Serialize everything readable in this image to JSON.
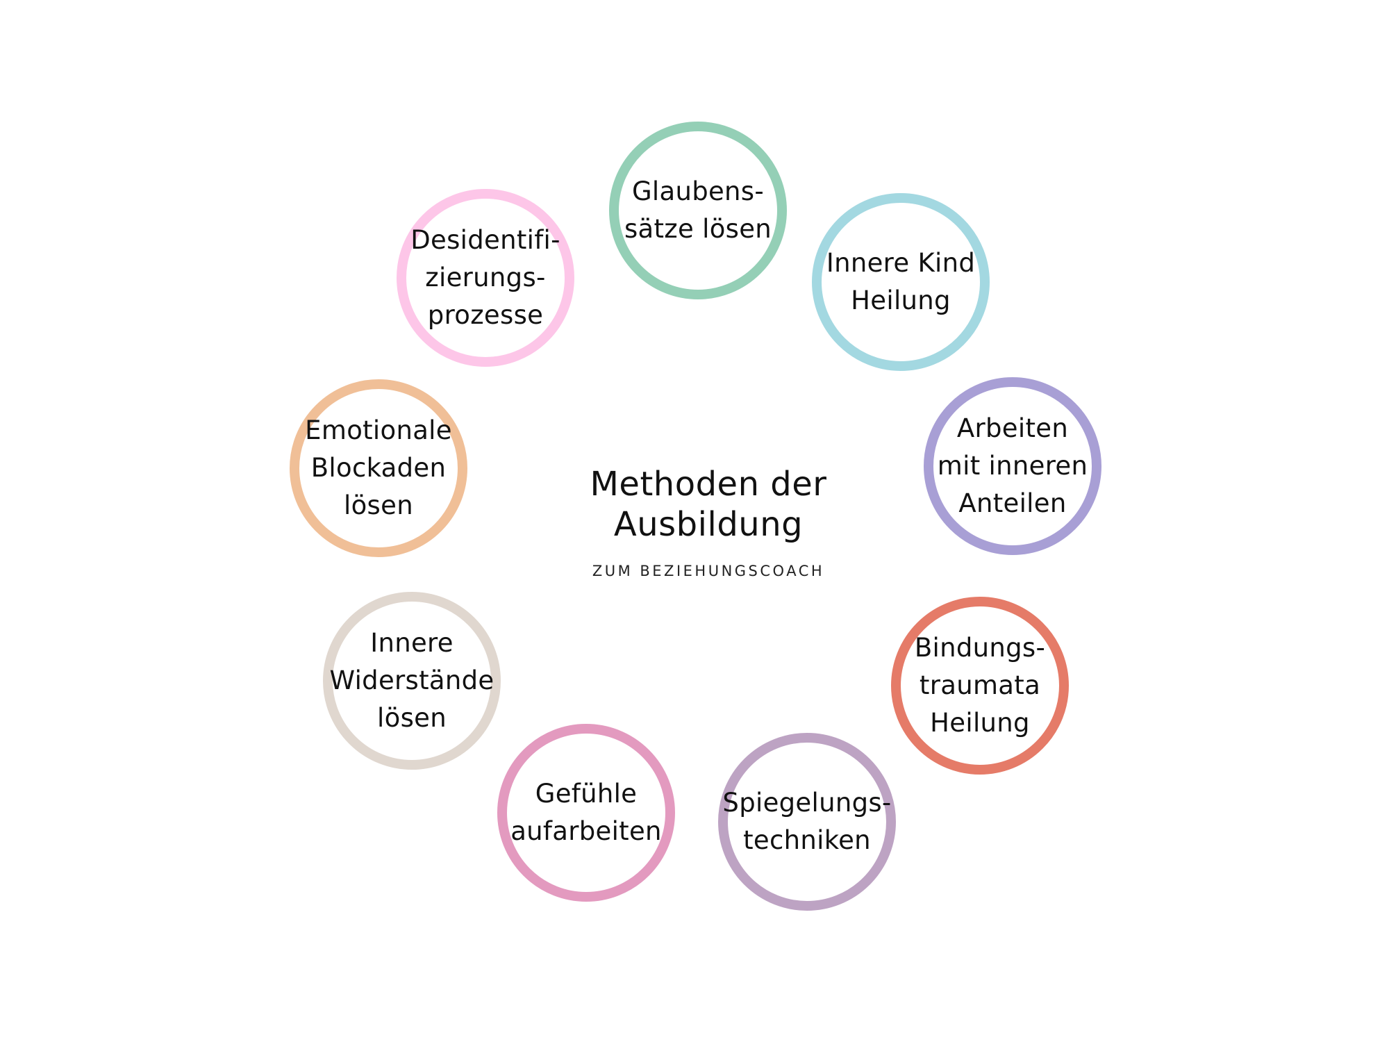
{
  "diagram": {
    "title": "Methoden der\nAusbildung",
    "subtitle": "ZUM BEZIEHUNGSCOACH",
    "nodes": [
      {
        "label": "Glaubens-\nsätze lösen",
        "color": "#94cfb6"
      },
      {
        "label": "Innere Kind\nHeilung",
        "color": "#a3d8e1"
      },
      {
        "label": "Arbeiten\nmit inneren\nAnteilen",
        "color": "#a89fd5"
      },
      {
        "label": "Bindungs-\ntraumata\nHeilung",
        "color": "#e57b68"
      },
      {
        "label": "Spiegelungs-\ntechniken",
        "color": "#bda3c3"
      },
      {
        "label": "Gefühle\naufarbeiten",
        "color": "#e39abf"
      },
      {
        "label": "Innere\nWiderstände\nlösen",
        "color": "#e0d7cf"
      },
      {
        "label": "Emotionale\nBlockaden\nlösen",
        "color": "#f0bf97"
      },
      {
        "label": "Desidentifi-\nzierungs-\nprozesse",
        "color": "#fdc6e8"
      }
    ]
  }
}
